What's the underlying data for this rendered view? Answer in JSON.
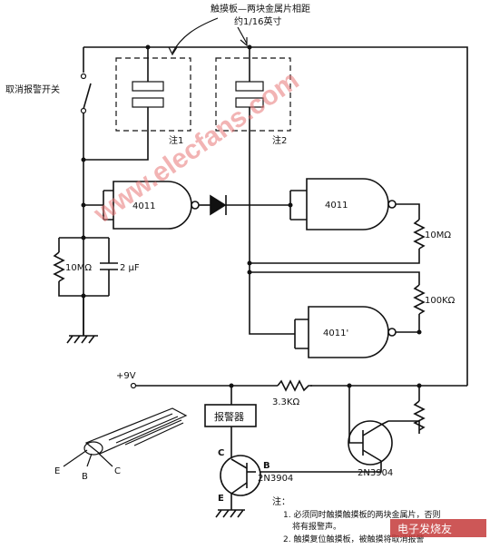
{
  "labels": {
    "touch_plate_line1": "触摸板—两块金属片相距",
    "touch_plate_line2": "约1/16英寸",
    "cancel_switch": "取消报警开关",
    "note1_tag": "注1",
    "note2_tag": "注2",
    "gate1": "4011",
    "gate2": "4011",
    "gate3": "4011'",
    "r_10m_left": "10MΩ",
    "c_2uf": "2 μF",
    "r_10m_right": "10MΩ",
    "r_100k": "100KΩ",
    "supply": "+9V",
    "r_3k3": "3.3KΩ",
    "alarm": "报警器",
    "q1_name": "2N3904",
    "q2_name": "2N3904",
    "pin_c": "C",
    "pin_b": "B",
    "pin_e": "E",
    "pkg_e": "E",
    "pkg_b": "B",
    "pkg_c": "C"
  },
  "notes": {
    "title": "注：",
    "item1_line1": "1. 必须同时触摸触摸板的两块金属片，否则",
    "item1_line2": "将有报警声。",
    "item2": "2. 触摸复位触摸板，被触摸将取消报警"
  },
  "watermark": {
    "main": "www.elecfans.com",
    "corner": "电子发烧友"
  }
}
